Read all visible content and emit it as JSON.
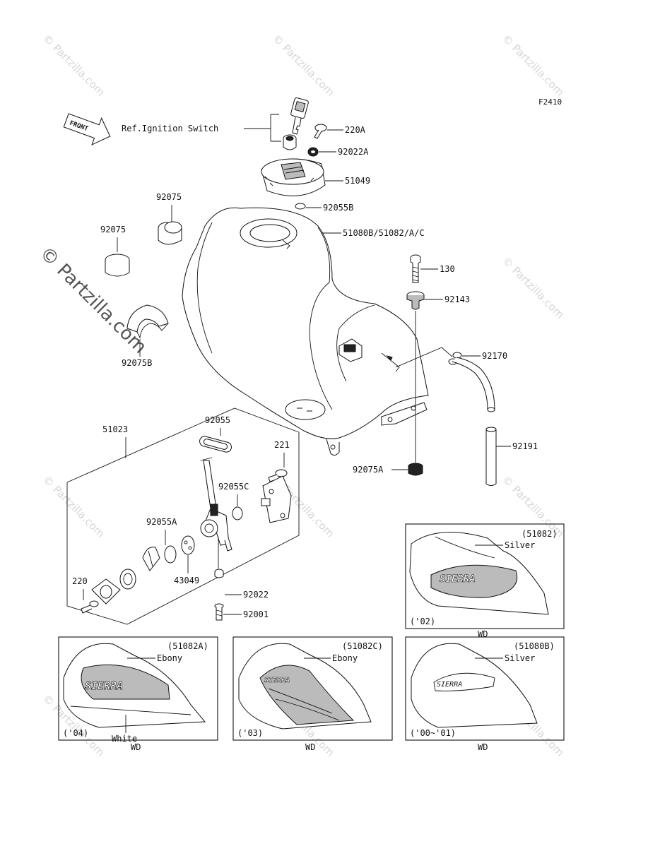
{
  "diagram_code": "F2410",
  "watermark": "© Partzilla.com",
  "front_label": "FRONT",
  "ref_text": "Ref.Ignition Switch",
  "callouts": {
    "p220A": "220A",
    "p92022A": "92022A",
    "p51049": "51049",
    "p92055B": "92055B",
    "p51080B": "51080B/51082/A/C",
    "p92075_top": "92075",
    "p92075_left": "92075",
    "p92075B": "92075B",
    "p130": "130",
    "p92143": "92143",
    "p92170": "92170",
    "p92191": "92191",
    "p92075A": "92075A",
    "p51023": "51023",
    "p92055": "92055",
    "p221": "221",
    "p92055C": "92055C",
    "p92055A": "92055A",
    "p43049": "43049",
    "p220": "220",
    "p92022": "92022",
    "p92001": "92001"
  },
  "variants": [
    {
      "code": "(51082)",
      "color": "Silver",
      "year": "('02)",
      "note": "WD",
      "extra": ""
    },
    {
      "code": "(51082A)",
      "color": "Ebony",
      "year": "('04)",
      "note": "WD",
      "extra": "White"
    },
    {
      "code": "(51082C)",
      "color": "Ebony",
      "year": "('03)",
      "note": "WD",
      "extra": ""
    },
    {
      "code": "(51080B)",
      "color": "Silver",
      "year": "('00~'01)",
      "note": "WD",
      "extra": ""
    }
  ]
}
